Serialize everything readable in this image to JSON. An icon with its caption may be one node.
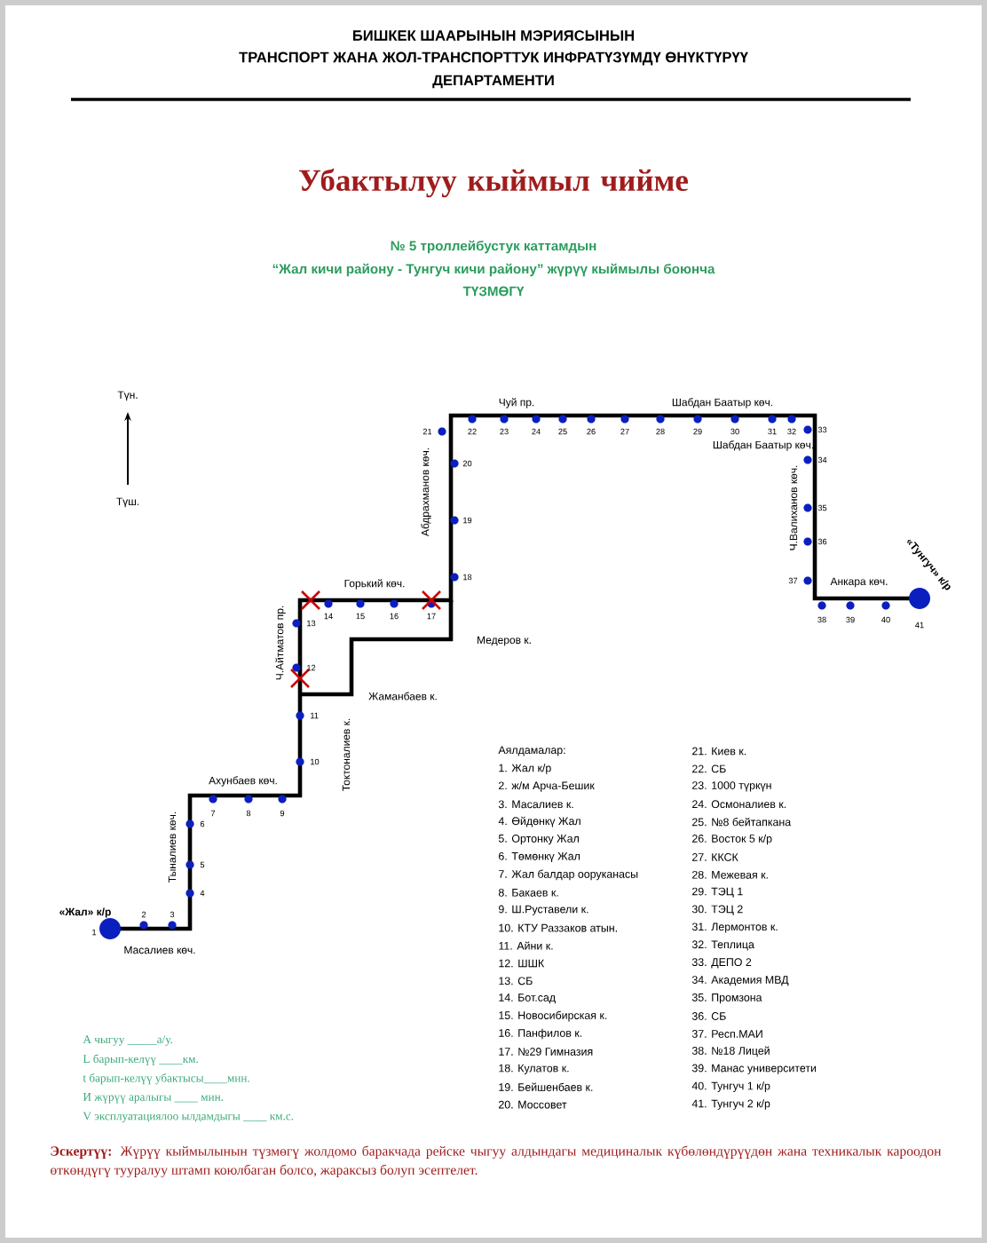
{
  "diagram": {
    "title": "Убактылуу кыймыл чийме",
    "labels": [
      "БИШКЕК ШААРЫНЫН  МЭРИЯСЫНЫН",
      "ТРАНСПОРТ ЖАНА ЖОЛ-ТРАНСПОРТТУК ИНФРАТҮЗҮМДҮ ӨНҮКТҮРҮҮ",
      "ДЕПАРТАМЕНТИ",
      "№ 5 троллейбустук каттамдын",
      "“Жал кичи району  - Тунгуч кичи району” жүрүү кыймылы боюнча",
      "ТҮЗМӨГҮ",
      "Түн.",
      "Түш.",
      "Чуй пр.",
      "Шабдан Баатыр көч.",
      "Шабдан Баатыр көч.",
      "Абдрахманов көч.",
      "Ч.Валиханов көч.",
      "«Тунгуч» к/р",
      "Горький көч.",
      "Анкара көч.",
      "Ч.Айтматов пр.",
      "Медеров к.",
      "Жаманбаев к.",
      "Токтоналиев к.",
      "Ахунбаев көч.",
      "Тыналиев көч.",
      "«Жал» к/р",
      "Масалиев көч.",
      "1",
      "2",
      "3",
      "4",
      "5",
      "6",
      "7",
      "8",
      "9",
      "10",
      "11",
      "12",
      "13",
      "14",
      "15",
      "16",
      "17",
      "18",
      "19",
      "20",
      "21",
      "22",
      "23",
      "24",
      "25",
      "26",
      "27",
      "28",
      "29",
      "30",
      "31",
      "32",
      "33",
      "34",
      "35",
      "36",
      "37",
      "38",
      "39",
      "40",
      "41",
      "Аялдамалар:",
      "1. Жал к/р",
      "2. ж/м Арча-Бешик",
      "3. Масалиев к.",
      "4. Өйдөнкү Жал",
      "5. Ортонку Жал",
      "6. Төмөнкү Жал",
      "7. Жал балдар ооруканасы",
      "8. Бакаев к.",
      "9. Ш.Руставели к.",
      "10. КТУ Раззаков атын.",
      "11. Айни к.",
      "12. ШШК",
      "13. СБ",
      "14. Бот.сад",
      "15. Новосибирская к.",
      "16. Панфилов к.",
      "17. №29 Гимназия",
      "18. Кулатов к.",
      "19. Бейшенбаев к.",
      "20. Моссовет",
      "21. Киев к.",
      "22. СБ",
      "23. 1000 түркүн",
      "24. Осмоналиев к.",
      "25. №8 бейтапкана",
      "26. Восток 5 к/р",
      "27. ККСК",
      "28. Межевая к.",
      "29. ТЭЦ 1",
      "30. ТЭЦ 2",
      "31. Лермонтов к.",
      "32. Теплица",
      "33. ДЕПО 2",
      "34. Академия МВД",
      "35. Промзона",
      "36. СБ",
      "37. Респ.МАИ",
      "38. №18 Лицей",
      "39. Манас университети",
      "40. Тунгуч 1 к/р",
      "41. Тунгуч 2 к/р",
      "А чыгуу _____а/у.",
      "L барып-келүү ____км.",
      "t барып-келүү убактысы____мин.",
      "И жүрүү аралыгы ____ мин.",
      "V эксплуатациялоо ылдамдыгы ____ км.с.",
      "**Эскертүү:** Жүрүү кыймылынын түзмөгү жолдомо баракчада рейске чыгуу алдындагы медициналык күбөлөндүрүүдөн жана техникалык кароодон өткөндүгү тууралуу штамп коюлбаган болсо, жараксыз болуп эсептелет."
    ]
  }
}
